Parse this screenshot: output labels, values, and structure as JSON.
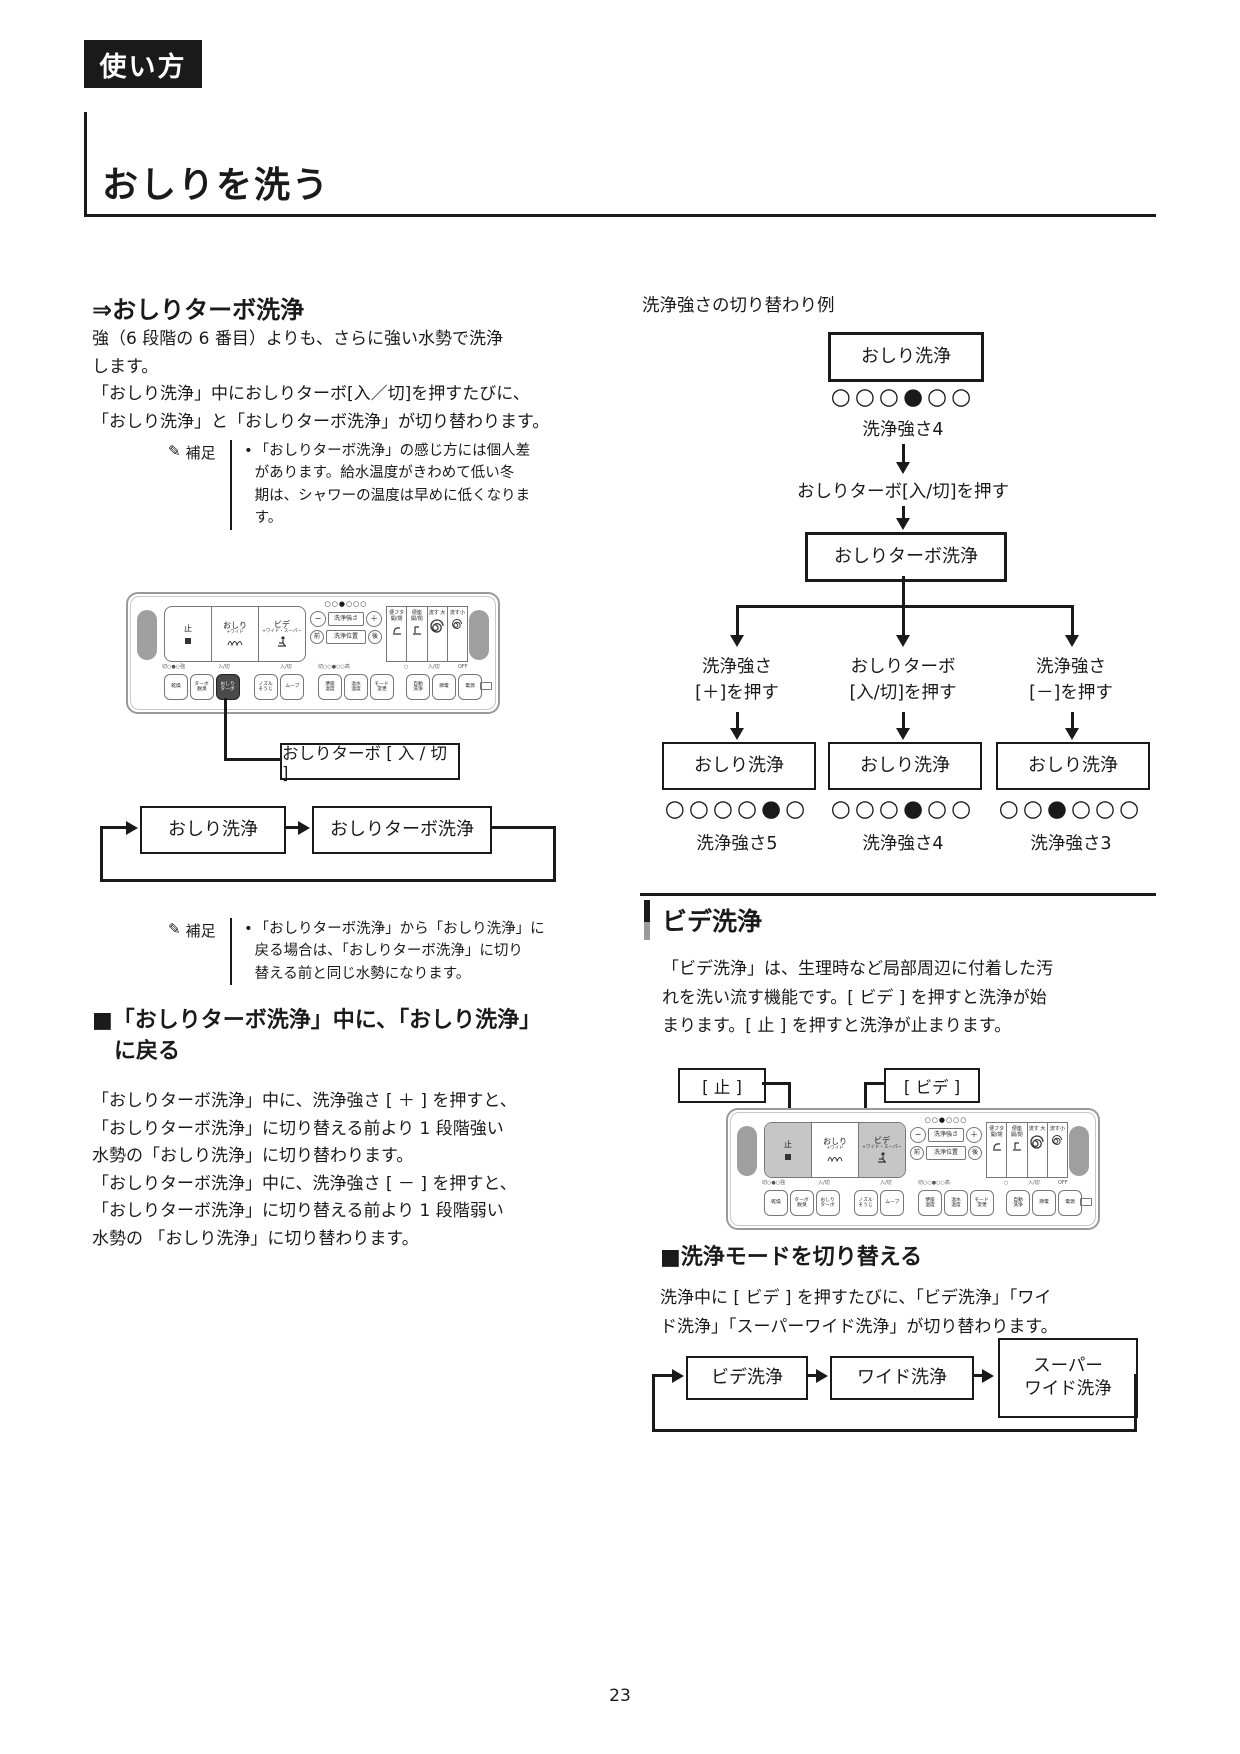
{
  "page": {
    "tag": "使い方",
    "title": "おしりを洗う",
    "number": "23"
  },
  "left": {
    "turbo_heading": "⇒おしりターボ洗浄",
    "turbo_para": "強（6 段階の 6 番目）よりも、さらに強い水勢で洗浄\nします。\n「おしり洗浄」中におしりターボ[入／切]を押すたびに、\n「おしり洗浄」と「おしりターボ洗浄」が切り替わります。",
    "note_icon": "✎",
    "note_label": "補足",
    "note1_bullet": "•",
    "note1": "「おしりターボ洗浄」の感じ方には個人差\nがあります。給水温度がきわめて低い冬\n期は、シャワーの温度は早めに低くなりま\nす。",
    "turbo_callout": "おしりターボ [ 入 / 切 ]",
    "cycle1": [
      "おしり洗浄",
      "おしりターボ洗浄"
    ],
    "note2_bullet": "•",
    "note2": "「おしりターボ洗浄」から「おしり洗浄」に\n戻る場合は、「おしりターボ洗浄」に切り\n替える前と同じ水勢になります。",
    "return_heading": "■「おしりターボ洗浄」中に、「おしり洗浄」\n　に戻る",
    "return_para": "「おしりターボ洗浄」中に、洗浄強さ [ ＋ ] を押すと、\n「おしりターボ洗浄」に切り替える前より 1 段階強い\n水勢の「おしり洗浄」に切り替わります。\n「おしりターボ洗浄」中に、洗浄強さ [ － ] を押すと、\n「おしりターボ洗浄」に切り替える前より 1 段階弱い\n水勢の 「おしり洗浄」に切り替わります。"
  },
  "right": {
    "example_title": "洗浄強さの切り替わり例",
    "flow": {
      "start_box": "おしり洗浄",
      "start_dots": "○○○●○○",
      "start_level": "洗浄強さ4",
      "press_turbo": "おしりターボ[入/切]を押す",
      "turbo_box": "おしりターボ洗浄",
      "branches": [
        {
          "action": "洗浄強さ\n[＋]を押す",
          "box": "おしり洗浄",
          "dots": "○○○○●○",
          "level": "洗浄強さ5"
        },
        {
          "action": "おしりターボ\n[入/切]を押す",
          "box": "おしり洗浄",
          "dots": "○○○●○○",
          "level": "洗浄強さ4"
        },
        {
          "action": "洗浄強さ\n[－]を押す",
          "box": "おしり洗浄",
          "dots": "○○●○○○",
          "level": "洗浄強さ3"
        }
      ]
    },
    "bidet_heading": "ビデ洗浄",
    "bidet_para": "「ビデ洗浄」は、生理時など局部周辺に付着した汚\nれを洗い流す機能です。[ ビデ ] を押すと洗浄が始\nまります。[ 止 ] を押すと洗浄が止まります。",
    "callout_stop": "[ 止 ]",
    "callout_bidet": "[ ビデ ]",
    "mode_heading": "■洗浄モードを切り替える",
    "mode_para": "洗浄中に [ ビデ ] を押すたびに、「ビデ洗浄」「ワイ\nド洗浄」「スーパーワイド洗浄」が切り替わります。",
    "cycle2": [
      "ビデ洗浄",
      "ワイド洗浄",
      "スーパー\nワイド洗浄"
    ]
  },
  "remote": {
    "indicator_dots": "○○●○○○",
    "stop_label": "止",
    "oshiri_label": "おしり",
    "oshiri_sub": "+ワイド",
    "bidet_label": "ビデ",
    "bidet_sub": "+ワイド・スーパー",
    "minus": "−",
    "plus": "＋",
    "strength_label": "洗浄強さ",
    "front": "前",
    "back": "後",
    "position_label": "洗浄位置",
    "lid_label": "便フタ\n開/閉",
    "seat_label": "便座\n開/閉",
    "flush_big": "流す 大",
    "flush_small": "流す小",
    "micro": [
      "切○●○強",
      "入/切",
      "入/切",
      "切○○●○○高",
      "○",
      "入/切",
      "OFF"
    ],
    "small": [
      [
        "乾燥",
        ""
      ],
      [
        "ターボ",
        "脱臭"
      ],
      [
        "おしり",
        "ターボ"
      ],
      [
        "ノズル",
        "そうじ"
      ],
      [
        "ムーブ",
        ""
      ],
      [
        "便座",
        "温度"
      ],
      [
        "温水",
        "温度"
      ],
      [
        "モード",
        "変更"
      ],
      [
        "自動",
        "洗浄"
      ],
      [
        "節電",
        ""
      ],
      [
        "電源",
        ""
      ]
    ],
    "colors": {
      "ink": "#1a1a1a",
      "button_gray": "#9f9f9f",
      "highlight_gray": "#c6c6c6",
      "dark_button": "#4a4a4a"
    }
  }
}
